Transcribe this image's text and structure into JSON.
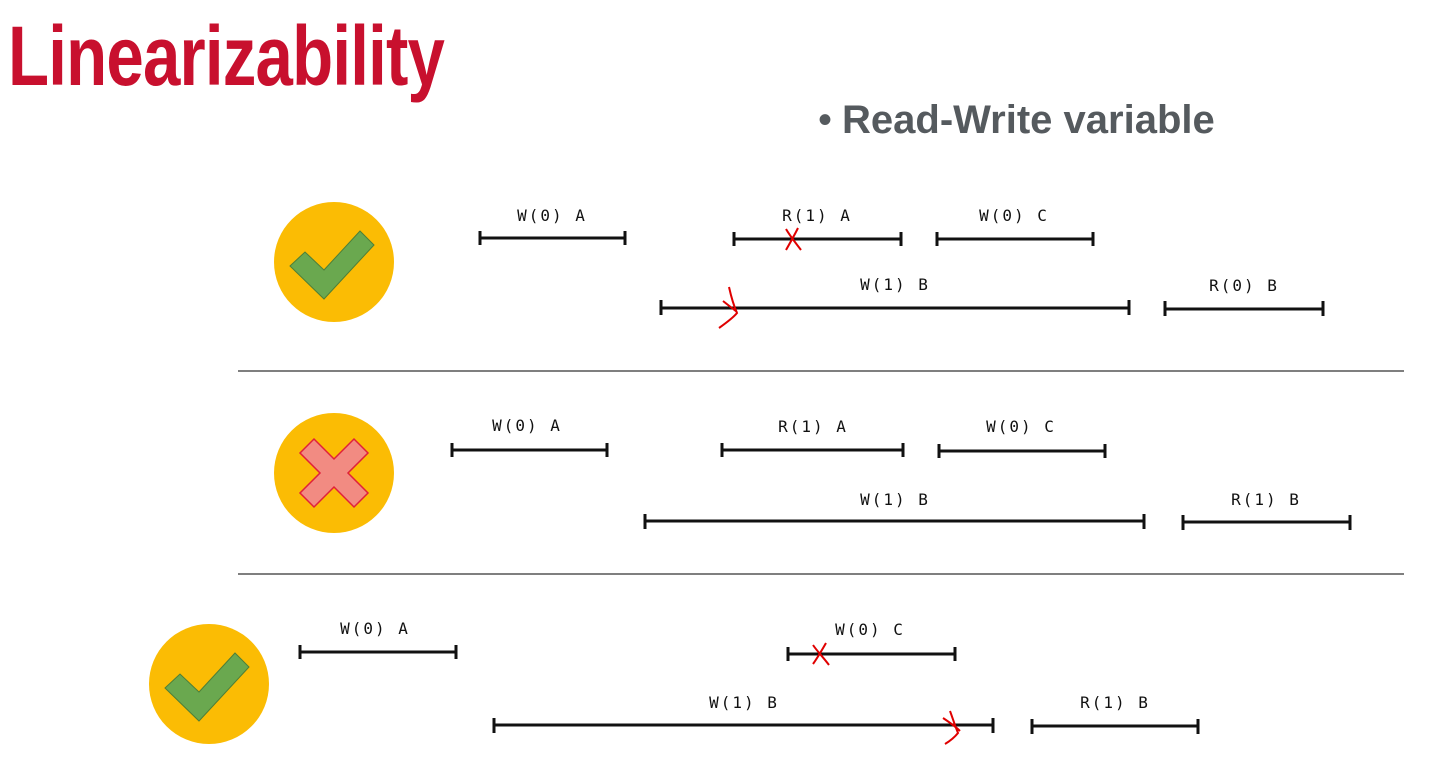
{
  "slide": {
    "title": "Linearizability",
    "bullet": "Read-Write variable"
  },
  "colors": {
    "title": "#c8102e",
    "bullet_text": "#555a5e",
    "badge_circle": "#fbbc04",
    "check_fill": "#6aa84f",
    "cross_fill": "#f28b82",
    "cross_stroke": "#e0203a",
    "strike_mark": "#e00000",
    "interval_line": "#111111",
    "separator": "#333333"
  },
  "histories": [
    {
      "verdict": "linearizable",
      "verdict_icon": "check-icon",
      "operations": [
        {
          "label": "W(0) A",
          "struck": false
        },
        {
          "label": "R(1) A",
          "struck": true
        },
        {
          "label": "W(0) C",
          "struck": false
        },
        {
          "label": "W(1) B",
          "struck": true
        },
        {
          "label": "R(0) B",
          "struck": false
        }
      ]
    },
    {
      "verdict": "not-linearizable",
      "verdict_icon": "cross-icon",
      "operations": [
        {
          "label": "W(0) A",
          "struck": false
        },
        {
          "label": "R(1) A",
          "struck": false
        },
        {
          "label": "W(0) C",
          "struck": false
        },
        {
          "label": "W(1) B",
          "struck": false
        },
        {
          "label": "R(1) B",
          "struck": false
        }
      ]
    },
    {
      "verdict": "linearizable",
      "verdict_icon": "check-icon",
      "operations": [
        {
          "label": "W(0) A",
          "struck": false
        },
        {
          "label": "W(0) C",
          "struck": true
        },
        {
          "label": "W(1) B",
          "struck": true
        },
        {
          "label": "R(1) B",
          "struck": false
        }
      ]
    }
  ]
}
